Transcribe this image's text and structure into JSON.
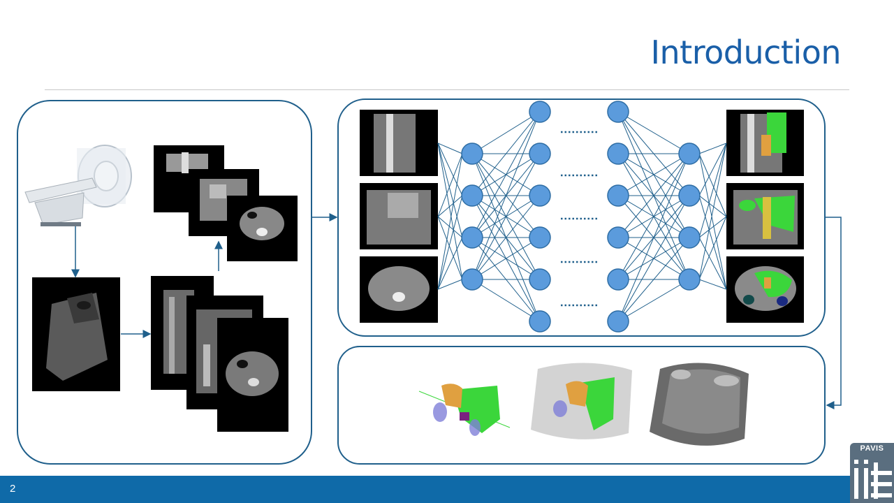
{
  "slide": {
    "title": "Introduction",
    "page_number": "2"
  },
  "logo": {
    "text": "PAVIS"
  },
  "colors": {
    "title_blue": "#1a5fa8",
    "panel_border": "#1f5f8b",
    "neuron_fill": "#5b9bdc",
    "neuron_stroke": "#2e6da4",
    "footer_bar": "#0f6aa8",
    "liver_green": "#3bd63b",
    "spleen_orange": "#e0a040",
    "kidney_purple": "#8080d8"
  },
  "network": {
    "layer_neuron_counts": [
      4,
      6,
      6,
      4
    ],
    "ellipsis_rows": 5
  },
  "icons": [
    "ct-scanner-icon",
    "ct-volume-icon",
    "ct-slice-stack-icon",
    "neural-network-icon",
    "segmentation-3d-render-icon"
  ]
}
